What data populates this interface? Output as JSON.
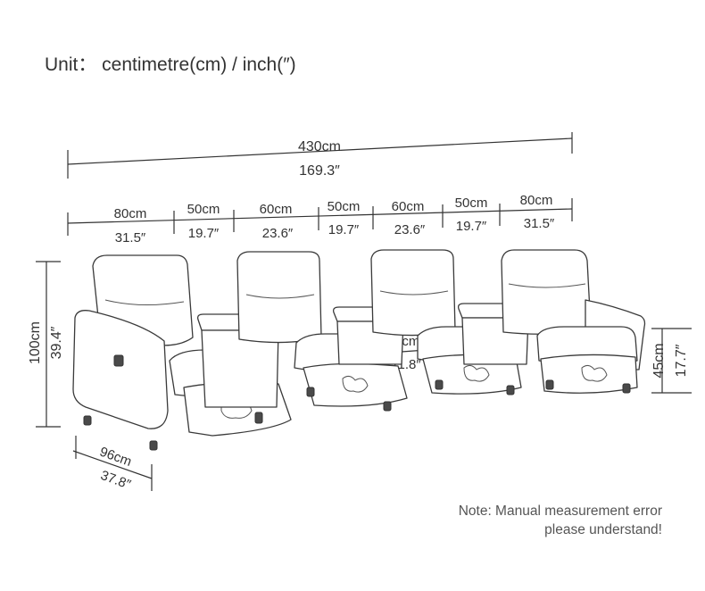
{
  "unit_label": "Unit： centimetre(cm) / inch(″)",
  "total": {
    "cm": "430cm",
    "inch": "169.3″"
  },
  "segments": [
    {
      "cm": "80cm",
      "inch": "31.5″"
    },
    {
      "cm": "50cm",
      "inch": "19.7″"
    },
    {
      "cm": "60cm",
      "inch": "23.6″"
    },
    {
      "cm": "50cm",
      "inch": "19.7″"
    },
    {
      "cm": "60cm",
      "inch": "23.6″"
    },
    {
      "cm": "50cm",
      "inch": "19.7″"
    },
    {
      "cm": "80cm",
      "inch": "31.5″"
    }
  ],
  "height": {
    "cm": "100cm",
    "inch": "39.4″"
  },
  "seat_height": {
    "cm": "45cm",
    "inch": "17.7″"
  },
  "depth": {
    "cm": "96cm",
    "inch": "37.8″"
  },
  "gap": {
    "cm": "30cm",
    "inch": "11.8″"
  },
  "note": {
    "line1": "Note: Manual measurement error",
    "line2": "please understand!"
  }
}
